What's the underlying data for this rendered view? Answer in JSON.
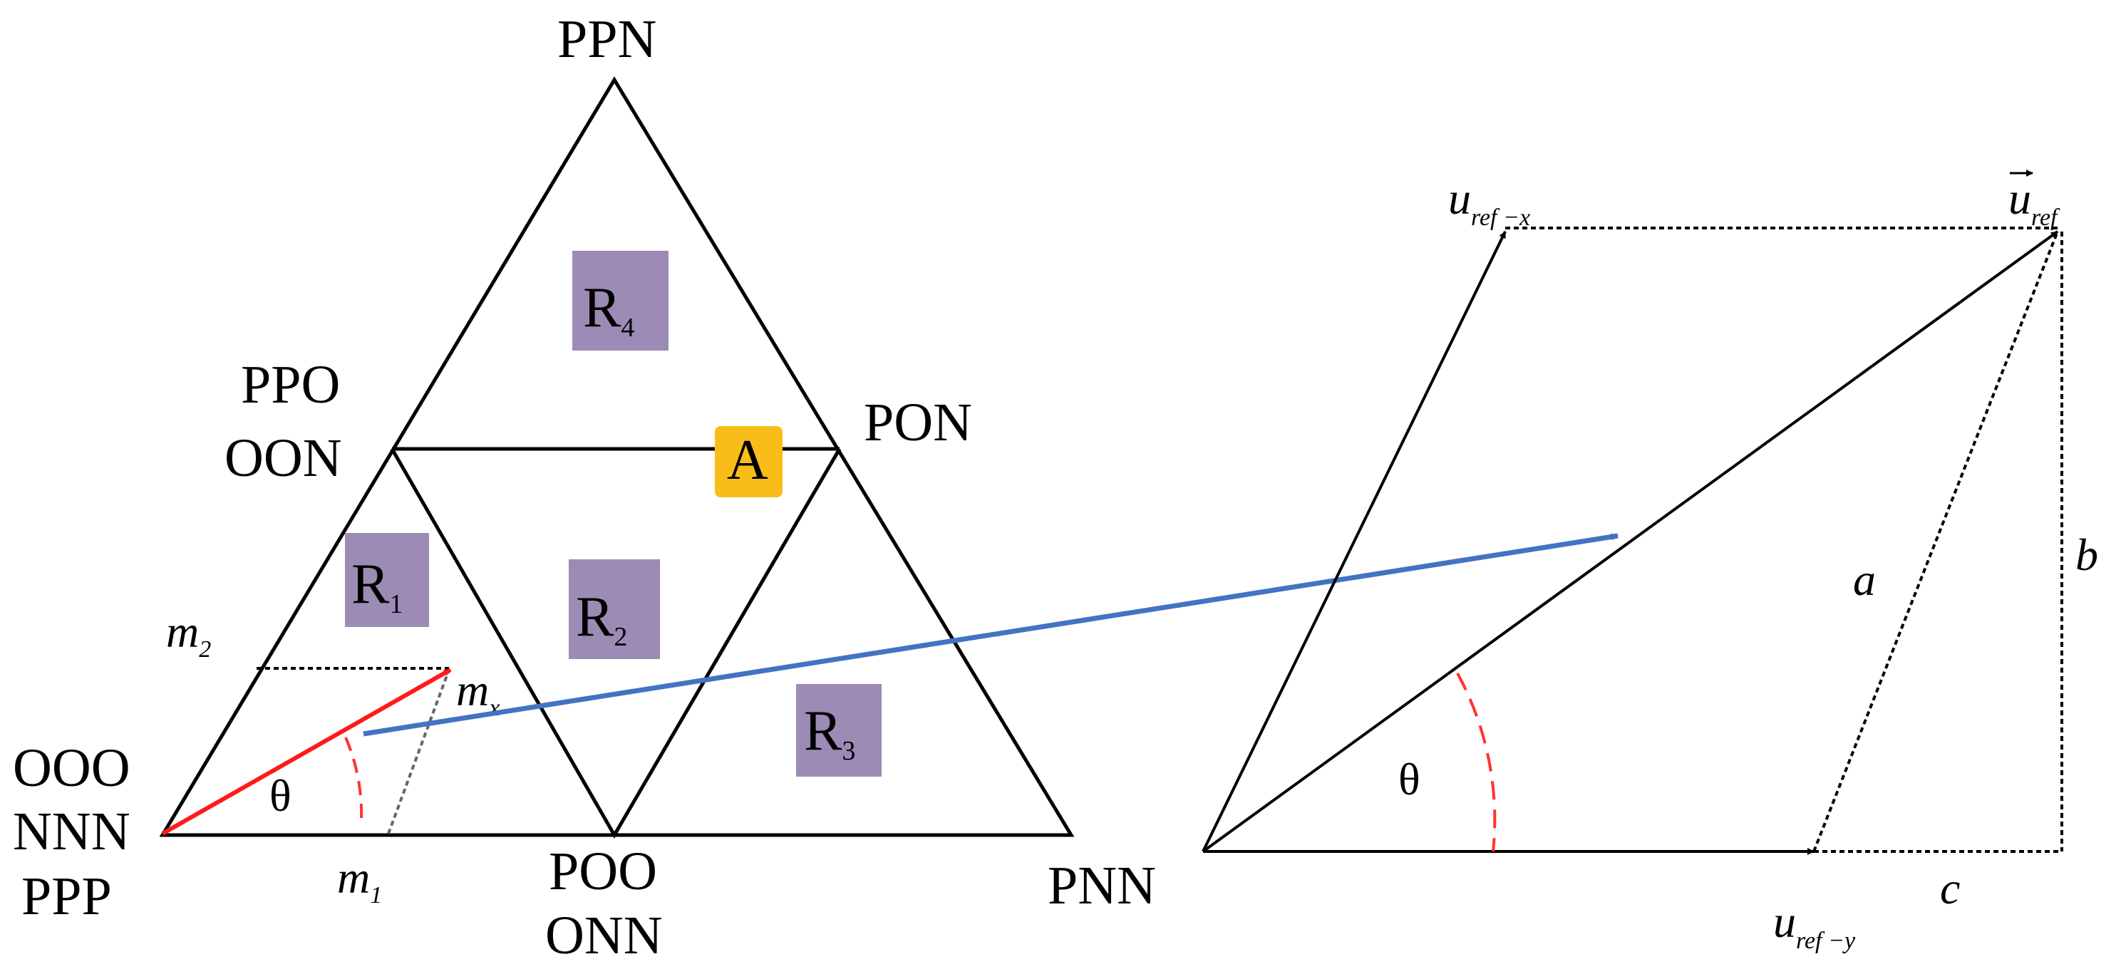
{
  "labels": {
    "ppn": "PPN",
    "ppo": "PPO",
    "oon": "OON",
    "pon": "PON",
    "ooo": "OOO",
    "nnn": "NNN",
    "ppp": "PPP",
    "poo": "POO",
    "onn": "ONN",
    "pnn": "PNN"
  },
  "regions": {
    "r_letter": "R",
    "r1_sub": "1",
    "r2_sub": "2",
    "r3_sub": "3",
    "r4_sub": "4",
    "a": "A"
  },
  "left_vectors": {
    "m_letter": "m",
    "m1_sub": "1",
    "m2_sub": "2",
    "mx_sub": "x",
    "theta": "θ"
  },
  "right_vectors": {
    "u_letter": "u",
    "ref_x_sub": "ref −x",
    "ref_y_sub": "ref −y",
    "ref_sub": "ref",
    "a": "a",
    "b": "b",
    "c": "c",
    "theta": "θ"
  },
  "colors": {
    "region_fill": "#9b8bb5",
    "a_fill": "#f9bd1a",
    "red_vector": "#ff1a1a",
    "blue_arrow": "#4472c4",
    "theta_arc": "#ff3333"
  }
}
